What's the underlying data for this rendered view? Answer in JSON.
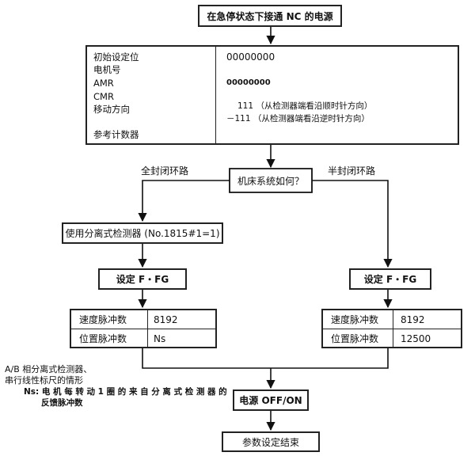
{
  "start": "在急停状态下接通 NC 的电源",
  "params": {
    "labels": [
      "初始设定位",
      "电机号",
      "AMR",
      "CMR",
      "移动方向",
      "参考计数器"
    ],
    "values": [
      "00000000",
      "",
      "00000000",
      "",
      "111 （从检测器端看沿顺时针方向）",
      "－111 （从检测器端看沿逆时针方向）",
      ""
    ]
  },
  "decision": "机床系统如何？",
  "branch_left": "全封闭环路",
  "branch_right": "半封闭环路",
  "separate_detector": "使用分离式检测器 (No.1815#1=1)",
  "set_ffg_left": "设定 F・FG",
  "set_ffg_right": "设定 F・FG",
  "left_table": [
    {
      "label": "速度脉冲数",
      "value": "8192"
    },
    {
      "label": "位置脉冲数",
      "value": "Ns"
    }
  ],
  "right_table": [
    {
      "label": "速度脉冲数",
      "value": "8192"
    },
    {
      "label": "位置脉冲数",
      "value": "12500"
    }
  ],
  "note": {
    "line1": "A/B 相分离式检测器、",
    "line2": "串行线性标尺的情形",
    "line3": "Ns: 电 机 每 转 动 1 圈 的 来 自 分 离 式 检 测 器 的",
    "line4": "反馈脉冲数"
  },
  "power": "电源 OFF/ON",
  "end": "参数设定结束"
}
